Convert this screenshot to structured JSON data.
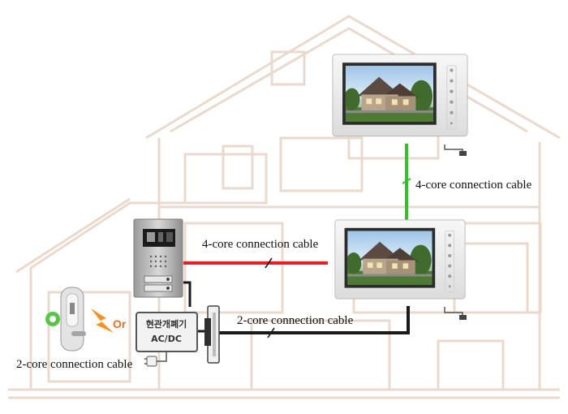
{
  "diagram": {
    "labels": {
      "cable_top_monitors": "4-core connection cable",
      "cable_door_station": "4-core connection cable",
      "cable_unlock_device": "2-core connection cable",
      "cable_door_lock": "2-core connection cable"
    },
    "power_supply": {
      "line1": "현관개폐기",
      "line2": "AC/DC"
    },
    "or_text": "Or",
    "colors": {
      "green_cable": "#3dbb34",
      "red_cable": "#ee1c24",
      "black_cable": "#1a1a1a",
      "house_outline": "#ead9cc",
      "lightning": "#f29423",
      "or_text": "#e8712a",
      "lock_button": "#5bc34a"
    },
    "icons": [
      "house-outline",
      "monitor-icon",
      "door-station-icon",
      "door-lock-icon",
      "lightning-icon",
      "power-supply-icon",
      "power-plug-icon",
      "door-strike-icon"
    ]
  }
}
